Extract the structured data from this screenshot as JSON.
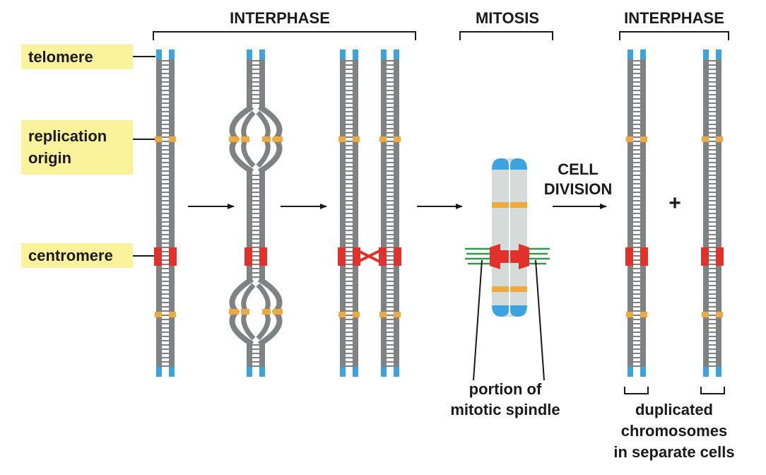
{
  "headers": {
    "interphase_left": "INTERPHASE",
    "mitosis": "MITOSIS",
    "interphase_right": "INTERPHASE"
  },
  "side_labels": {
    "telomere": "telomere",
    "replication_origin_line1": "replication",
    "replication_origin_line2": "origin",
    "centromere": "centromere"
  },
  "step_labels": {
    "cell_division_line1": "CELL",
    "cell_division_line2": "DIVISION",
    "plus": "+"
  },
  "bottom_labels": {
    "spindle_line1": "portion of",
    "spindle_line2": "mitotic spindle",
    "duplicated_line1": "duplicated",
    "duplicated_line2": "chromosomes",
    "duplicated_line3": "in separate cells"
  },
  "colors": {
    "dna_strand": "#7f8282",
    "telomere": "#3ba3df",
    "replication_origin": "#f0a93c",
    "centromere": "#e0312a",
    "label_box": "#fbf39b",
    "chromatid": "#d5dbd9",
    "spindle": "#2e9a4a",
    "text": "#1a1a1a"
  }
}
